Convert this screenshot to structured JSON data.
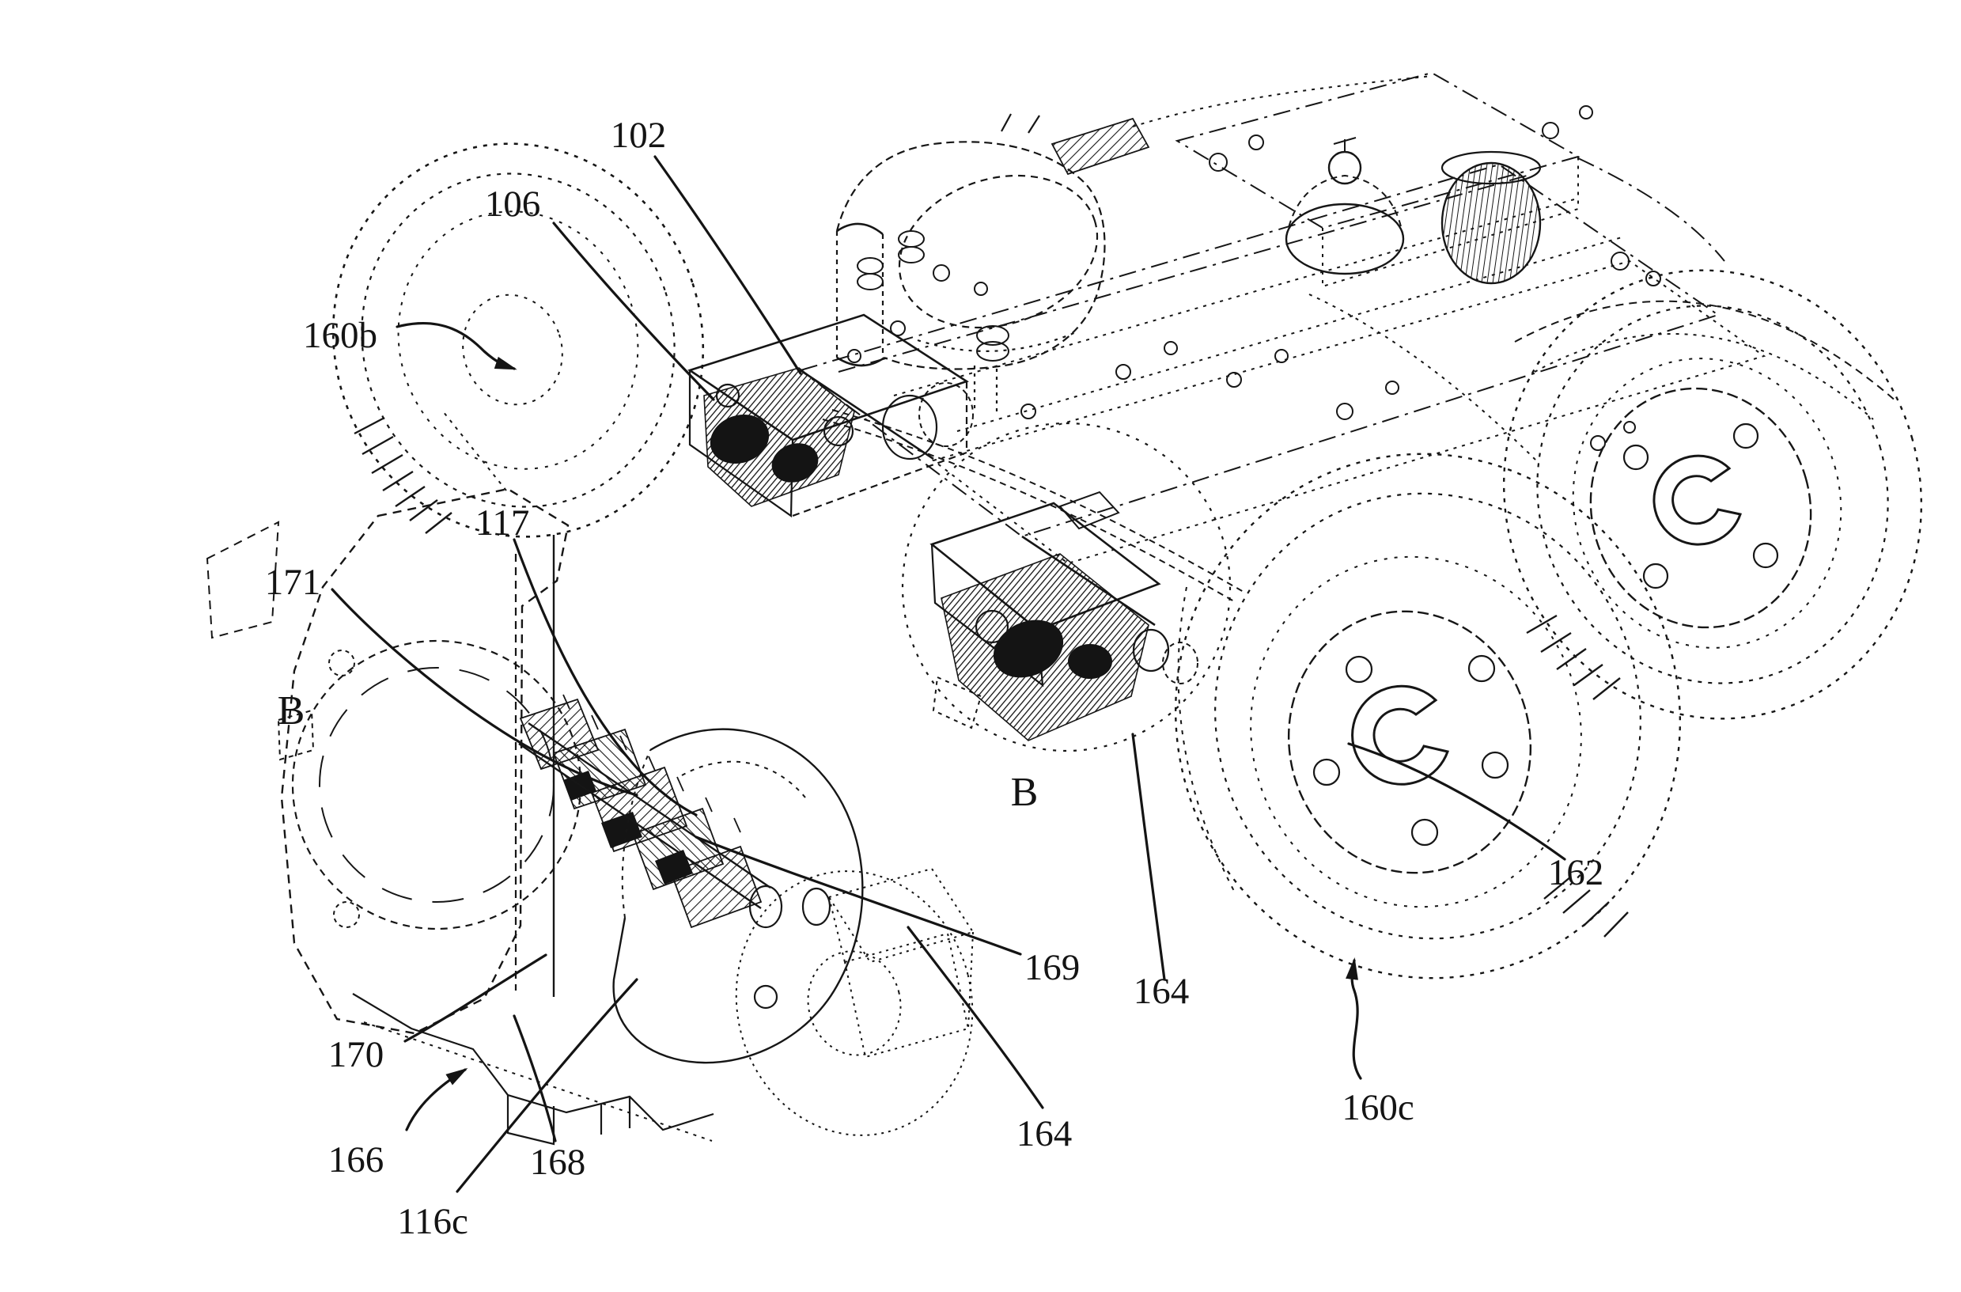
{
  "figure": {
    "kind": "patent-line-drawing",
    "paper_color": "#ffffff",
    "ink_color": "#161616",
    "views": [
      {
        "name": "main-assembly-perspective",
        "description": "four-wheel robotic mower chassis, isometric"
      },
      {
        "name": "detail-section-B",
        "description": "cross-section of wheel drive unit"
      }
    ],
    "labels": {
      "l102": {
        "text": "102"
      },
      "l106": {
        "text": "106"
      },
      "l160b": {
        "text": "160b"
      },
      "l117": {
        "text": "117"
      },
      "l171": {
        "text": "171"
      },
      "lBleft": {
        "text": "B"
      },
      "lBmid": {
        "text": "B"
      },
      "l169": {
        "text": "169"
      },
      "l164a": {
        "text": "164"
      },
      "l164b": {
        "text": "164"
      },
      "l162": {
        "text": "162"
      },
      "l160c": {
        "text": "160c"
      },
      "l170": {
        "text": "170"
      },
      "l166": {
        "text": "166"
      },
      "l168": {
        "text": "168"
      },
      "l116c": {
        "text": "116c"
      }
    }
  }
}
